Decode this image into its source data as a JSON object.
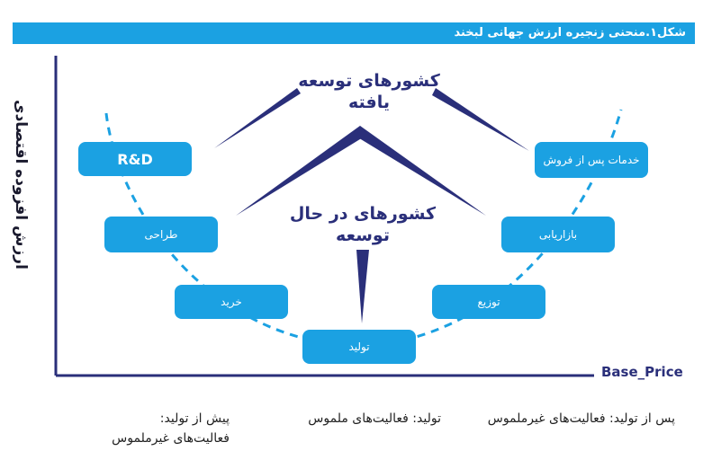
{
  "title": "شکل۱.منحنی زنجیره ارزش جهانی لبخند",
  "y_axis_label": "ارزش افزوده اقتصادی",
  "x_axis_label": "Base_Price",
  "developed_label": "کشورهای توسعه یافته",
  "developing_label": "کشورهای در حال توسعه",
  "stages": {
    "rnd": "R&D",
    "design": "طراحی",
    "purchase": "خرید",
    "production": "تولید",
    "distribution": "توزیع",
    "marketing": "بازاریابی",
    "after_sales": "خدمات پس از فروش"
  },
  "bottom": {
    "pre_production": "پیش از تولید: فعالیت‌های غیرملموس",
    "production": "تولید: فعالیت‌های ملموس",
    "post_production": "پس از تولید: فعالیت‌های غیرملموس"
  },
  "colors": {
    "accent": "#1ba1e2",
    "dark": "#2a2f7a"
  }
}
